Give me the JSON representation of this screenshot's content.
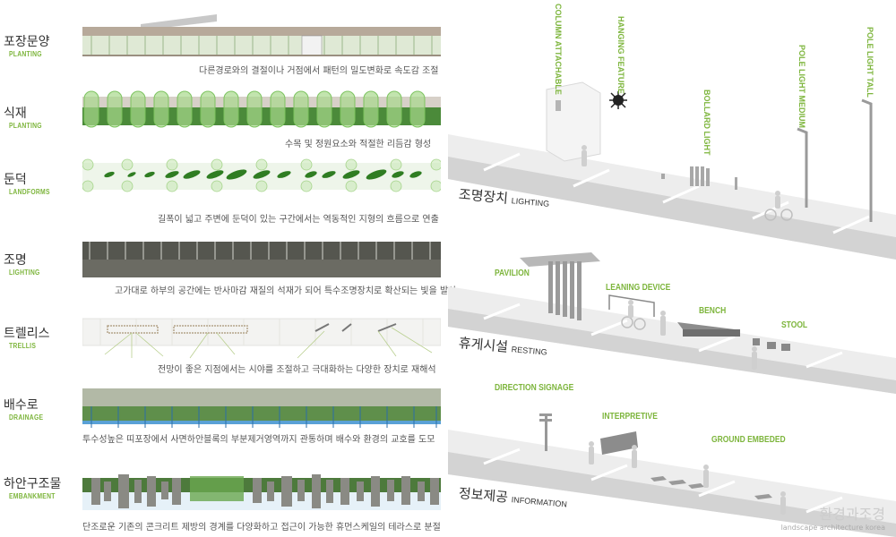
{
  "rows": [
    {
      "ko": "포장문양",
      "en": "PLANTING",
      "desc": "다른경로와의 결절이나 거점에서 패턴의 밀도변화로 속도감 조절"
    },
    {
      "ko": "식재",
      "en": "PLANTING",
      "desc": "수목 및 정원요소와 적절한 리듬감 형성"
    },
    {
      "ko": "둔덕",
      "en": "LANDFORMS",
      "desc": "길폭이 넓고 주변에 둔덕이 있는 구간에서는 역동적인 지형의 흐름으로 연출"
    },
    {
      "ko": "조명",
      "en": "LIGHTING",
      "desc": "고가대로 하부의 공간에는 반사마감 재질의 석재가 되어 특수조명장치로 확산되는 빛을 발산"
    },
    {
      "ko": "트렐리스",
      "en": "TRELLIS",
      "desc": "전망이 좋은 지점에서는 시야를 조절하고 극대화하는 다양한 장치로 재해석"
    },
    {
      "ko": "배수로",
      "en": "DRAINAGE",
      "desc": "투수성높은 띠포장에서 사면하안블록의 부분제거영역까지 관통하며 배수와 환경의 교호를 도모"
    },
    {
      "ko": "하안구조물",
      "en": "EMBANKMENT",
      "desc": "단조로운 기존의 콘크리트 제방의 경계를 다양화하고 접근이 가능한 휴먼스케일의 테라스로 분절"
    }
  ],
  "lighting": {
    "section_ko": "조명장치",
    "section_en": "LIGHTING",
    "labels": [
      "COLUMN ATTACHABLE",
      "HANGING FEATURE",
      "BOLLARD LIGHT",
      "POLE LIGHT MEDIUM",
      "POLE LIGHT TALL"
    ]
  },
  "resting": {
    "section_ko": "휴게시설",
    "section_en": "RESTING",
    "labels": [
      "PAVILION",
      "LEANING DEVICE",
      "BENCH",
      "STOOL"
    ]
  },
  "information": {
    "section_ko": "정보제공",
    "section_en": "INFORMATION",
    "labels": [
      "DIRECTION SIGNAGE",
      "INTERPRETIVE",
      "GROUND EMBEDED"
    ]
  },
  "watermark": {
    "big": "환경과조경",
    "small": "landscape architecture korea"
  },
  "colors": {
    "accent": "#7db53c",
    "dark_green": "#2e6b1f",
    "gray_road": "#d9d9d9"
  }
}
